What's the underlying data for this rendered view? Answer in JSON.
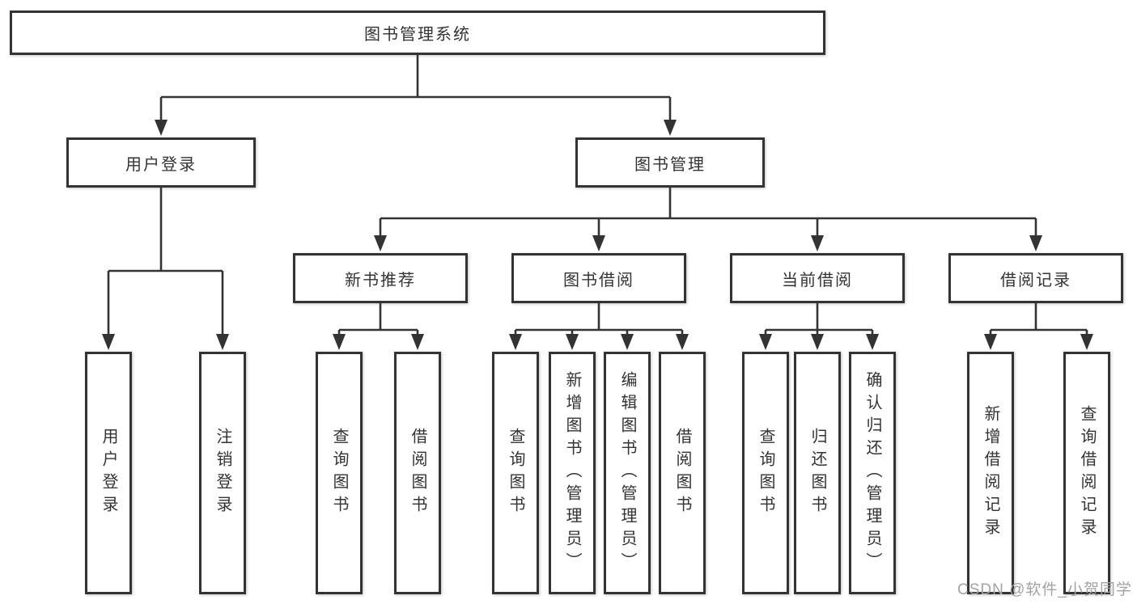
{
  "diagram_title": "图书管理系统",
  "tree": {
    "root": {
      "label": "图书管理系统"
    },
    "branches": [
      {
        "label": "用户登录",
        "children": [
          {
            "label": "用户登录"
          },
          {
            "label": "注销登录"
          }
        ]
      },
      {
        "label": "图书管理",
        "groups": [
          {
            "label": "新书推荐",
            "children": [
              {
                "label": "查询图书"
              },
              {
                "label": "借阅图书"
              }
            ]
          },
          {
            "label": "图书借阅",
            "children": [
              {
                "label": "查询图书"
              },
              {
                "label": "新增图书（管理员）"
              },
              {
                "label": "编辑图书（管理员）"
              },
              {
                "label": "借阅图书"
              }
            ]
          },
          {
            "label": "当前借阅",
            "children": [
              {
                "label": "查询图书"
              },
              {
                "label": "归还图书"
              },
              {
                "label": "确认归还（管理员）"
              }
            ]
          },
          {
            "label": "借阅记录",
            "children": [
              {
                "label": "新增借阅记录"
              },
              {
                "label": "查询借阅记录"
              }
            ]
          }
        ]
      }
    ]
  },
  "watermark": {
    "text": "CSDN @软件_小贺同学"
  },
  "colors": {
    "line": "#333333",
    "box_border": "#333333",
    "box_fill": "#ffffff",
    "text": "#333333",
    "watermark": "#a3a3a3"
  }
}
